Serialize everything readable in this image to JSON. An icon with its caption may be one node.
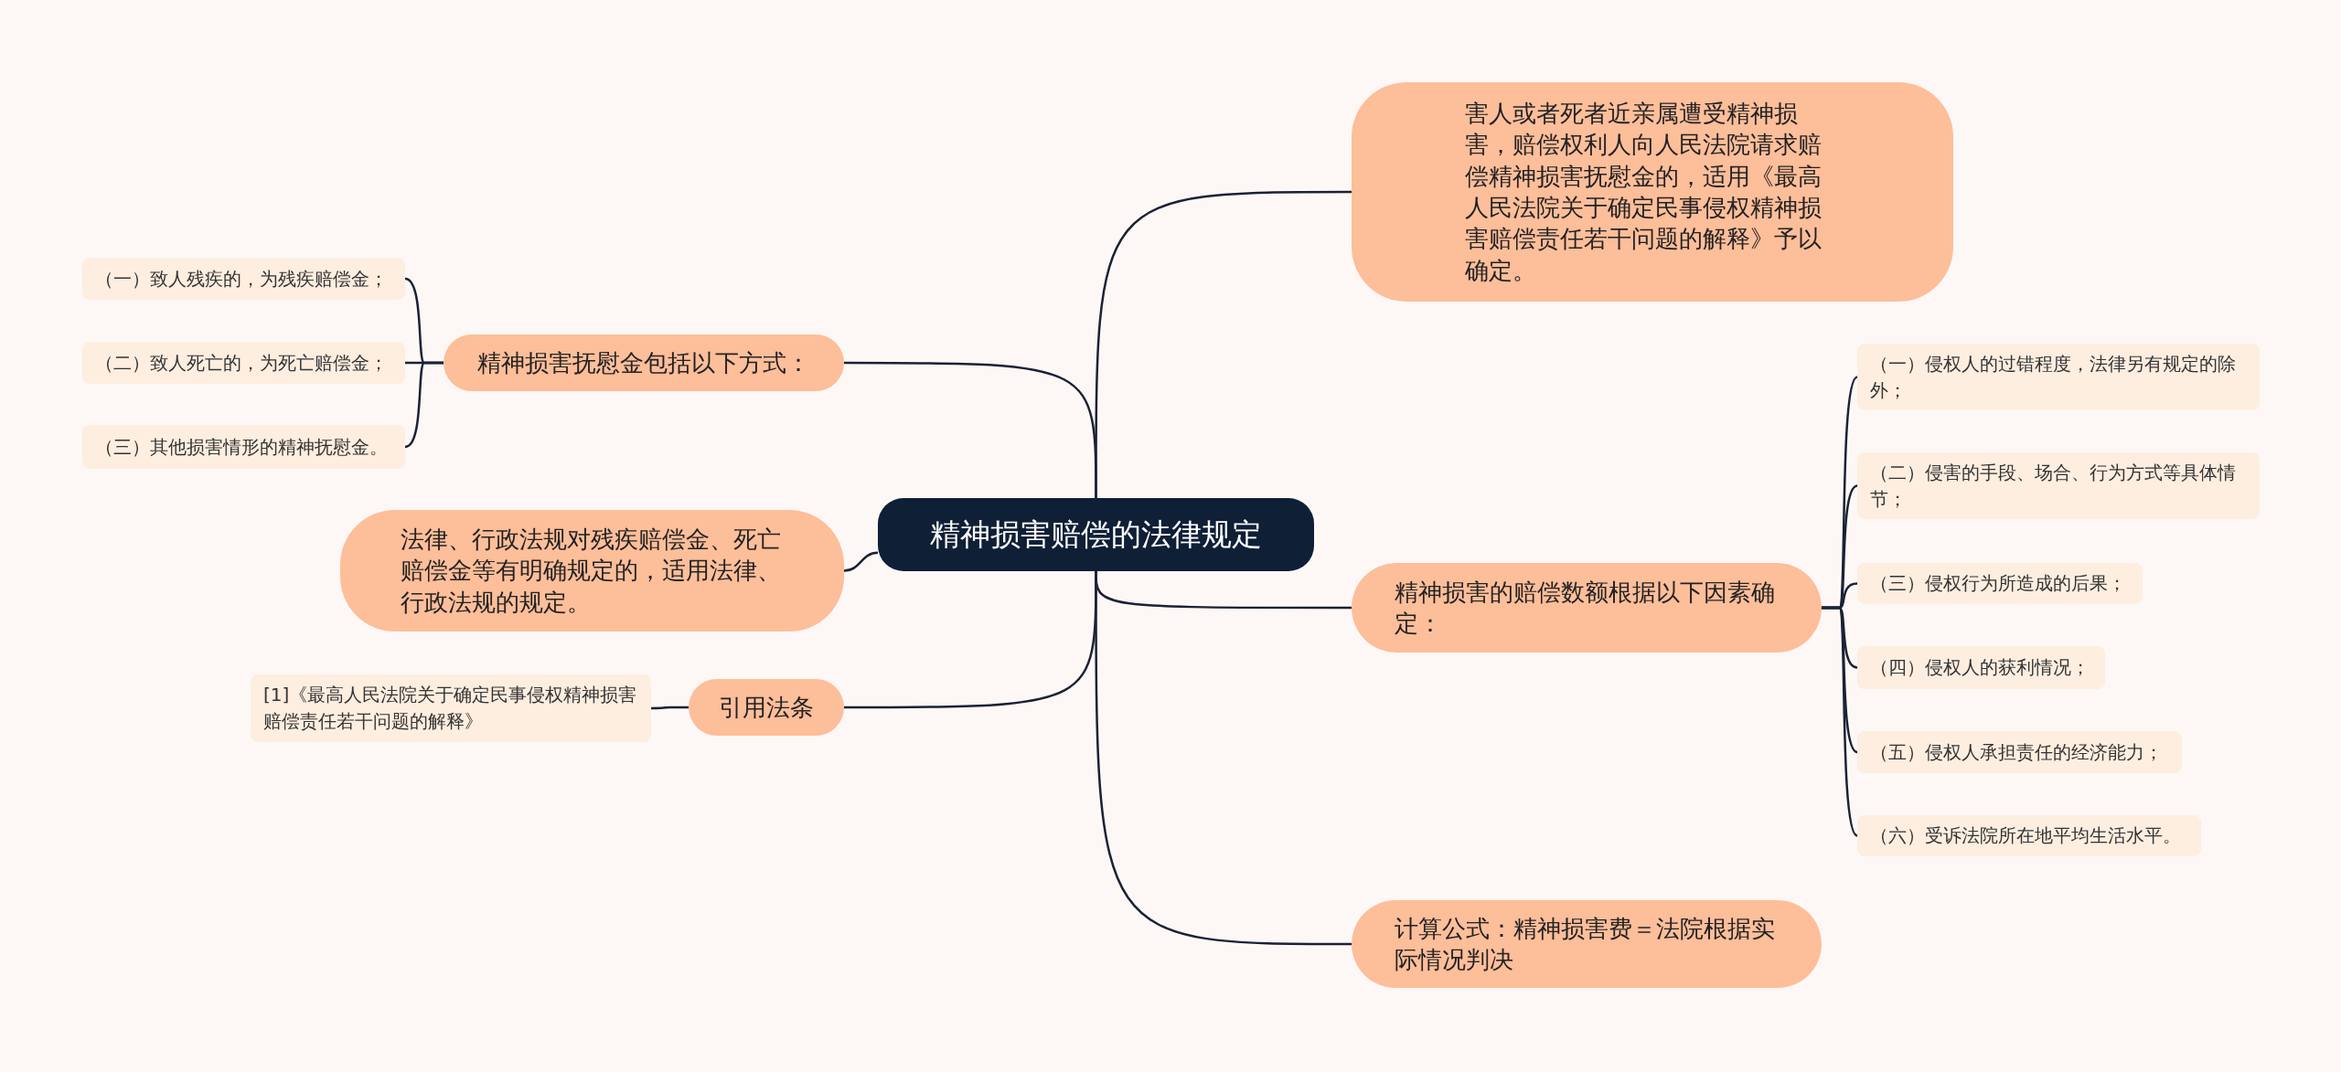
{
  "diagram": {
    "nodes": [
      {
        "text": [
          "精神损害赔偿的法律规定"
        ]
      },
      {
        "text": [
          "害人或者死者近亲属遭受精神损害，赔偿权利人向人民法院请求赔偿精神损害抚慰金的，适用《最高人民法院关于确定民事侵权精神损害赔偿责任若干问题的解释》予以确定。"
        ]
      },
      {
        "text": [
          "精神损害的赔偿数额根据以下因素确定："
        ]
      },
      {
        "text": [
          "（一）侵权人的过错程度，法律另有规定的除外；"
        ]
      },
      {
        "text": [
          "（二）侵害的手段、场合、行为方式等具体情节；"
        ]
      },
      {
        "text": [
          "（三）侵权行为所造成的后果；"
        ]
      },
      {
        "text": [
          "（四）侵权人的获利情况；"
        ]
      },
      {
        "text": [
          "（五）侵权人承担责任的经济能力；"
        ]
      },
      {
        "text": [
          "（六）受诉法院所在地平均生活水平。"
        ]
      },
      {
        "text": [
          "计算公式：精神损害费＝法院根据实际情况判决"
        ]
      },
      {
        "text": [
          "精神损害抚慰金包括以下方式："
        ]
      },
      {
        "text": [
          "（一）致人残疾的，为残疾赔偿金；"
        ]
      },
      {
        "text": [
          "（二）致人死亡的，为死亡赔偿金；"
        ]
      },
      {
        "text": [
          "（三）其他损害情形的精神抚慰金。"
        ]
      },
      {
        "text": [
          "法律、行政法规对残疾赔偿金、死亡赔偿金等有明确规定的，适用法律、行政法规的规定。"
        ]
      },
      {
        "text": [
          "引用法条"
        ]
      },
      {
        "text": [
          "[1]《最高人民法院关于确定民事侵权精神损害赔偿责任若干问题的解释》"
        ]
      }
    ],
    "edges": [
      {
        "from": 0,
        "to": 1,
        "arrow": "none"
      },
      {
        "from": 0,
        "to": 2,
        "arrow": "none"
      },
      {
        "from": 0,
        "to": 9,
        "arrow": "none"
      },
      {
        "from": 0,
        "to": 10,
        "arrow": "none"
      },
      {
        "from": 0,
        "to": 14,
        "arrow": "none"
      },
      {
        "from": 0,
        "to": 15,
        "arrow": "none"
      },
      {
        "from": 2,
        "to": 3,
        "arrow": "none"
      },
      {
        "from": 2,
        "to": 4,
        "arrow": "none"
      },
      {
        "from": 2,
        "to": 5,
        "arrow": "none"
      },
      {
        "from": 2,
        "to": 6,
        "arrow": "none"
      },
      {
        "from": 2,
        "to": 7,
        "arrow": "none"
      },
      {
        "from": 2,
        "to": 8,
        "arrow": "none"
      },
      {
        "from": 10,
        "to": 11,
        "arrow": "none"
      },
      {
        "from": 10,
        "to": 12,
        "arrow": "none"
      },
      {
        "from": 10,
        "to": 13,
        "arrow": "none"
      },
      {
        "from": 15,
        "to": 16,
        "arrow": "none"
      }
    ]
  }
}
